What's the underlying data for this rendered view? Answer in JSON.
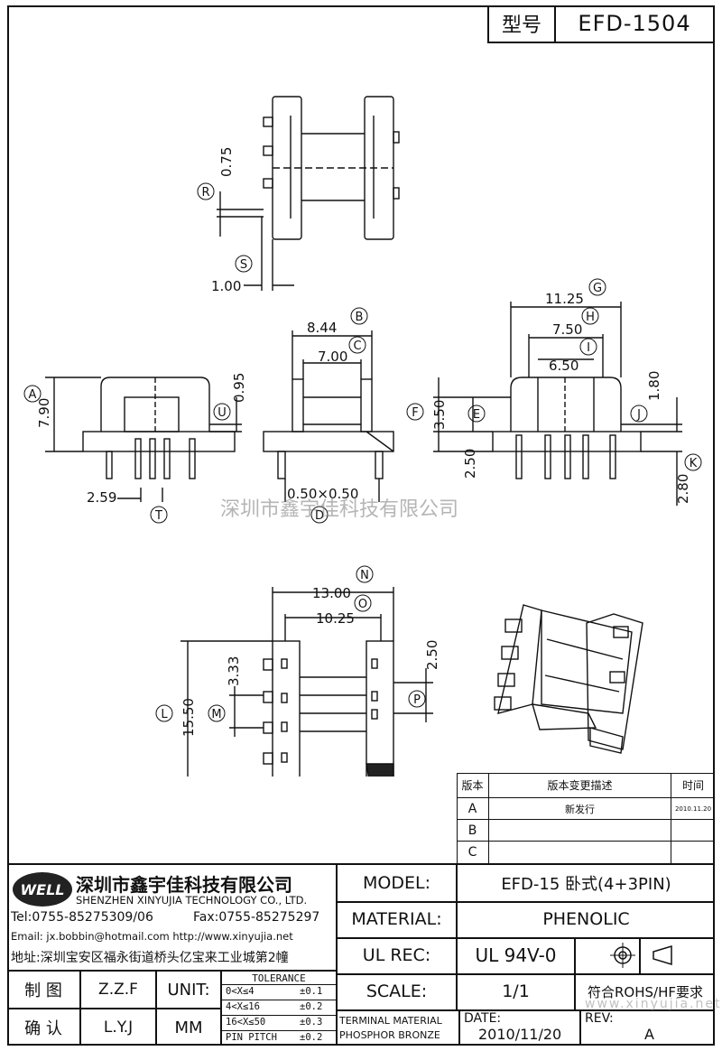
{
  "title_block": {
    "model_label": "型号",
    "model_value": "EFD-1504"
  },
  "watermark": "深圳市鑫宇佳科技有限公司",
  "watermark2": "www.xinyujia.net",
  "dimensions": {
    "r": "0.75",
    "s": "1.00",
    "b": "8.44",
    "c": "7.00",
    "a": "7.90",
    "u": "0.95",
    "t": "2.59",
    "d": "0.50×0.50",
    "g": "11.25",
    "h": "7.50",
    "i": "6.50",
    "f": "3.50",
    "e": "2.50",
    "j": "1.80",
    "k": "2.80",
    "n": "13.00",
    "o": "10.25",
    "p": "2.50",
    "m": "3.33",
    "l": "15.50"
  },
  "markers": {
    "a": "A",
    "b": "B",
    "c": "C",
    "d": "D",
    "e": "E",
    "f": "F",
    "g": "G",
    "h": "H",
    "i": "I",
    "j": "J",
    "k": "K",
    "l": "L",
    "m": "M",
    "n": "N",
    "o": "O",
    "p": "P",
    "r": "R",
    "s": "S",
    "t": "T",
    "u": "U"
  },
  "revisions": {
    "headers": [
      "版本",
      "版本变更描述",
      "时间"
    ],
    "rows": [
      {
        "ver": "A",
        "desc": "新发行",
        "date": "2010.11.20"
      },
      {
        "ver": "B",
        "desc": "",
        "date": ""
      },
      {
        "ver": "C",
        "desc": "",
        "date": ""
      }
    ]
  },
  "company": {
    "logo": "WELL",
    "name_cn": "深圳市鑫宇佳科技有限公司",
    "name_en": "SHENZHEN XINYUJIA TECHNOLOGY CO., LTD.",
    "tel": "Tel:0755-85275309/06",
    "fax": "Fax:0755-85275297",
    "email": "Email: jx.bobbin@hotmail.com http://www.xinyujia.net",
    "address": "地址:深圳宝安区福永街道桥头亿宝来工业城第2幢"
  },
  "info": {
    "model_label": "MODEL:",
    "model_value": "EFD-15 卧式(4+3PIN)",
    "material_label": "MATERIAL:",
    "material_value": "PHENOLIC",
    "ulrec_label": "UL REC:",
    "ulrec_value": "UL 94V-0",
    "scale_label": "SCALE:",
    "scale_value": "1/1",
    "rohs": "符合ROHS/HF要求",
    "terminal_1": "TERMINAL MATERIAL",
    "terminal_2": "PHOSPHOR BRONZE",
    "date_label": "DATE:",
    "date_value": "2010/11/20",
    "rev_label": "REV:",
    "rev_value": "A"
  },
  "signoff": {
    "drawn_label": "制 图",
    "drawn_value": "Z.Z.F",
    "checked_label": "确 认",
    "checked_value": "L.Y.J",
    "unit_label": "UNIT:",
    "unit_value": "MM"
  },
  "tolerance": {
    "title": "TOLERANCE",
    "rows": [
      {
        "range": "0<X≤4",
        "tol": "±0.1"
      },
      {
        "range": "4<X≤16",
        "tol": "±0.2"
      },
      {
        "range": "16<X≤50",
        "tol": "±0.3"
      },
      {
        "range": "PIN PITCH",
        "tol": "±0.2"
      }
    ]
  }
}
